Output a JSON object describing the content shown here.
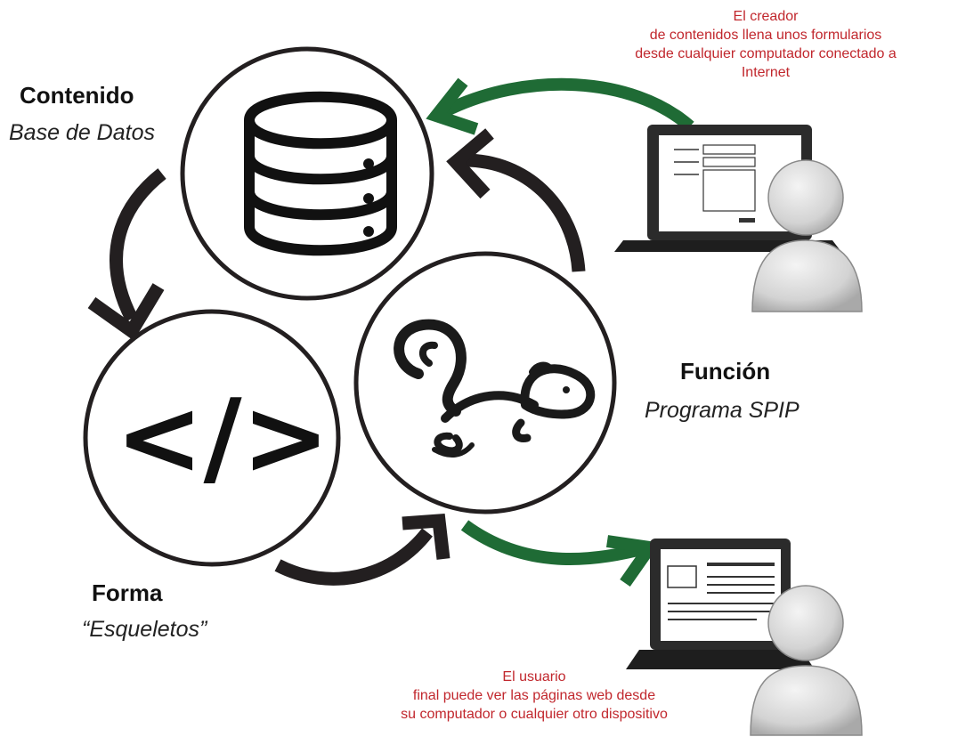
{
  "nodes": {
    "contenido": {
      "title": "Contenido",
      "subtitle": "Base de Datos"
    },
    "forma": {
      "title": "Forma",
      "subtitle": "“Esqueletos”"
    },
    "funcion": {
      "title": "Función",
      "subtitle": "Programa SPIP"
    }
  },
  "notes": {
    "creator": [
      "El creador",
      "de contenidos llena unos formularios",
      "desde  cualquier computador conectado a",
      "Internet"
    ],
    "user": [
      "El usuario",
      "final puede ver las páginas web desde",
      "su computador o cualquier otro dispositivo"
    ]
  },
  "code_symbol": "</>",
  "colors": {
    "arrow_dark": "#231f20",
    "arrow_green": "#1f6b35",
    "note_red": "#c1272d",
    "laptop": "#2b2b2b",
    "person": "#d9d9d9"
  },
  "icons": [
    "database-icon",
    "code-icon",
    "spip-squirrel-icon",
    "laptop-form-icon",
    "laptop-webpage-icon",
    "user-icon"
  ]
}
